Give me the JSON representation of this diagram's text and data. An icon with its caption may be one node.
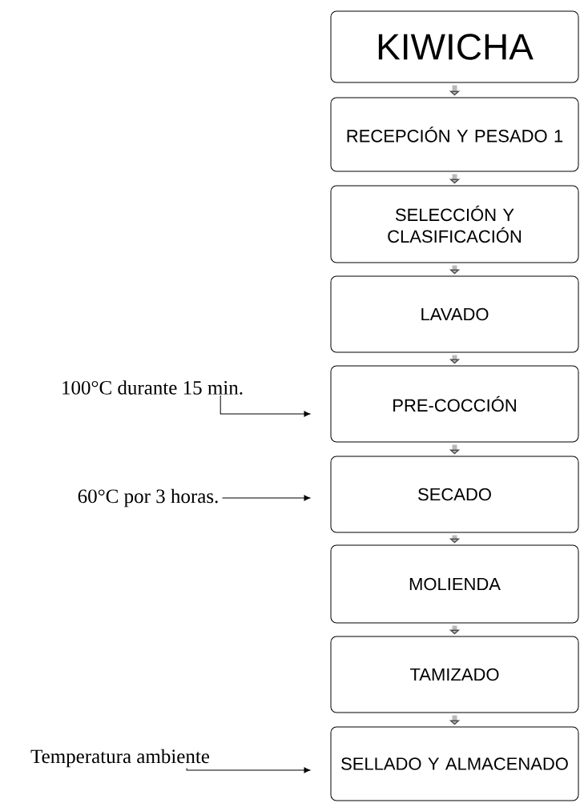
{
  "diagram": {
    "nodes": [
      {
        "text": [
          "KIWICHA"
        ]
      },
      {
        "text": [
          "RECEPCIÓN Y PESADO 1"
        ]
      },
      {
        "text": [
          "SELECCIÓN Y CLASIFICACIÓN"
        ]
      },
      {
        "text": [
          "LAVADO"
        ]
      },
      {
        "text": [
          "PRE-COCCIÓN"
        ]
      },
      {
        "text": [
          "SECADO"
        ]
      },
      {
        "text": [
          "MOLIENDA"
        ]
      },
      {
        "text": [
          "TAMIZADO"
        ]
      },
      {
        "text": [
          "SELLADO Y ALMACENADO"
        ]
      },
      {
        "text": [
          "100°C durante 15 min."
        ]
      },
      {
        "text": [
          "60°C por 3 horas."
        ]
      },
      {
        "text": [
          "Temperatura ambiente"
        ]
      }
    ],
    "edges": [
      {
        "from": 0,
        "to": 1,
        "arrow": "to"
      },
      {
        "from": 1,
        "to": 2,
        "arrow": "to"
      },
      {
        "from": 2,
        "to": 3,
        "arrow": "to"
      },
      {
        "from": 3,
        "to": 4,
        "arrow": "to"
      },
      {
        "from": 4,
        "to": 5,
        "arrow": "to"
      },
      {
        "from": 5,
        "to": 6,
        "arrow": "to"
      },
      {
        "from": 6,
        "to": 7,
        "arrow": "to"
      },
      {
        "from": 7,
        "to": 8,
        "arrow": "to"
      },
      {
        "from": 9,
        "to": 4,
        "arrow": "to",
        "color": "#000000"
      },
      {
        "from": 10,
        "to": 5,
        "arrow": "to",
        "color": "#000000"
      },
      {
        "from": 11,
        "to": 8,
        "arrow": "to",
        "color": "#000000"
      }
    ]
  }
}
